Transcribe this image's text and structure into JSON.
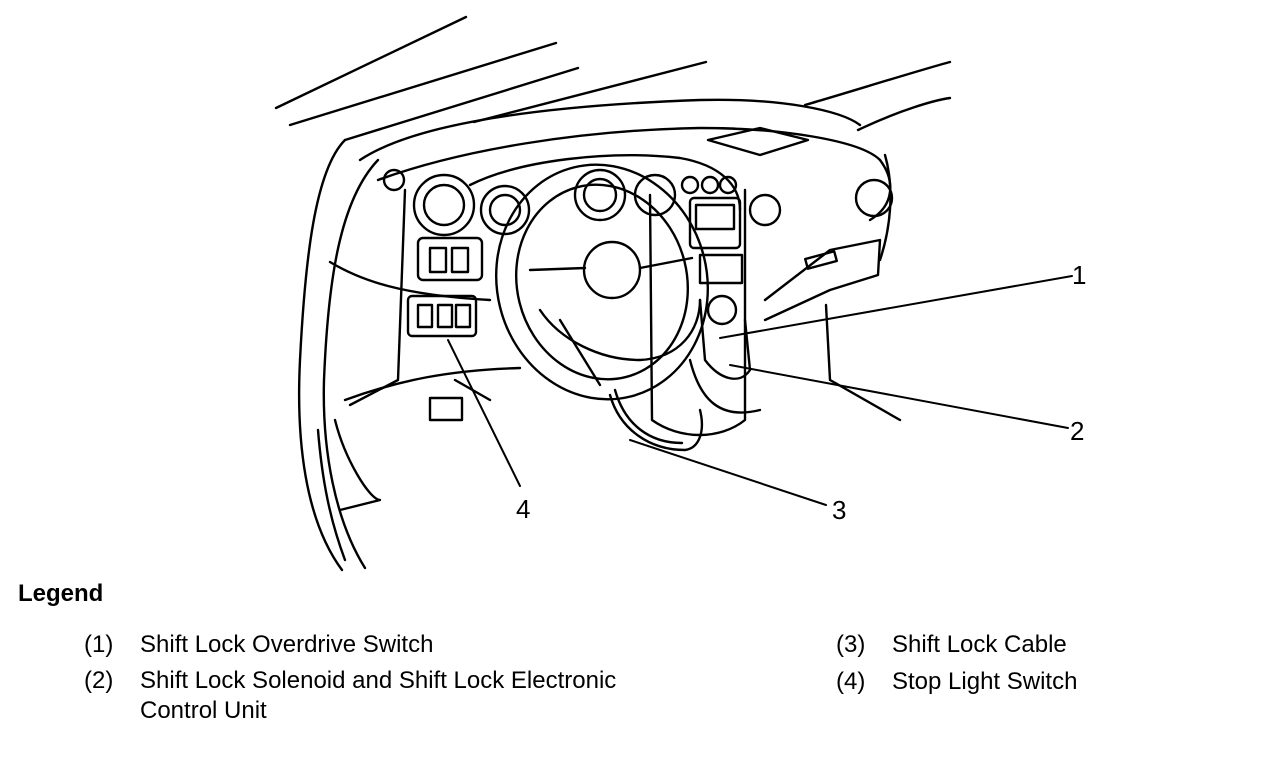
{
  "callouts": [
    "1",
    "2",
    "3",
    "4"
  ],
  "legend": {
    "heading": "Legend",
    "items": [
      {
        "number": "(1)",
        "lines": [
          "Shift Lock Overdrive Switch"
        ]
      },
      {
        "number": "(2)",
        "lines": [
          "Shift Lock Solenoid and Shift Lock Electronic",
          "Control Unit"
        ]
      },
      {
        "number": "(3)",
        "lines": [
          "Shift Lock Cable"
        ]
      },
      {
        "number": "(4)",
        "lines": [
          "Stop Light Switch"
        ]
      }
    ]
  }
}
